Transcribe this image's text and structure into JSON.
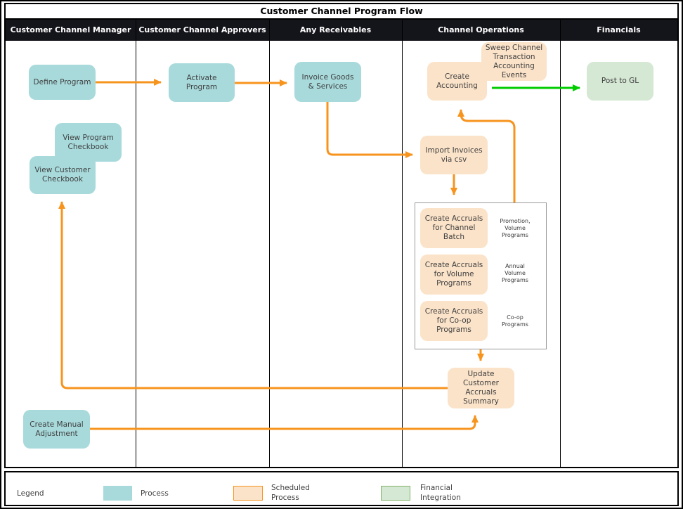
{
  "title": "Customer Channel Program Flow",
  "lanes": {
    "manager": "Customer Channel Manager",
    "approvers": "Customer Channel Approvers",
    "receivables": "Any Receivables",
    "operations": "Channel Operations",
    "financials": "Financials"
  },
  "nodes": {
    "define_program": {
      "label": "Define Program",
      "type": "process"
    },
    "activate_program": {
      "label": "Activate\nProgram",
      "type": "process"
    },
    "invoice_goods": {
      "label": "Invoice Goods\n& Services",
      "type": "process"
    },
    "view_program_checkbook": {
      "label": "View Program\nCheckbook",
      "type": "process"
    },
    "view_customer_checkbook": {
      "label": "View Customer\nCheckbook",
      "type": "process"
    },
    "create_manual_adjustment": {
      "label": "Create Manual\nAdjustment",
      "type": "process"
    },
    "sweep_channel": {
      "label": "Sweep Channel\nTransaction\nAccounting\nEvents",
      "type": "scheduled"
    },
    "create_accounting": {
      "label": "Create\nAccounting",
      "type": "scheduled"
    },
    "import_invoices": {
      "label": "Import Invoices\nvia csv",
      "type": "scheduled"
    },
    "accruals_channel_batch": {
      "label": "Create Accruals\nfor Channel\nBatch",
      "type": "scheduled"
    },
    "accruals_volume": {
      "label": "Create Accruals\nfor Volume\nPrograms",
      "type": "scheduled"
    },
    "accruals_coop": {
      "label": "Create Accruals\nfor Co-op\nPrograms",
      "type": "scheduled"
    },
    "update_summary": {
      "label": "Update\nCustomer\nAccruals\nSummary",
      "type": "scheduled"
    },
    "post_to_gl": {
      "label": "Post to GL",
      "type": "financial"
    }
  },
  "annotations": {
    "channel_batch": "Promotion,\nVolume\nPrograms",
    "volume": "Annual\nVolume\nPrograms",
    "coop": "Co-op\nPrograms"
  },
  "legend": {
    "title": "Legend",
    "process": "Process",
    "scheduled": "Scheduled\nProcess",
    "financial": "Financial\nIntegration"
  },
  "colors": {
    "process_fill": "#a8dadc",
    "scheduled_fill": "#fbe3c9",
    "scheduled_border": "#f7941e",
    "financial_fill": "#d5e8d4",
    "financial_border": "#82b366",
    "flow_arrow": "#f7941e",
    "integration_arrow": "#00cc00",
    "lane_header_bg": "#14141b"
  }
}
